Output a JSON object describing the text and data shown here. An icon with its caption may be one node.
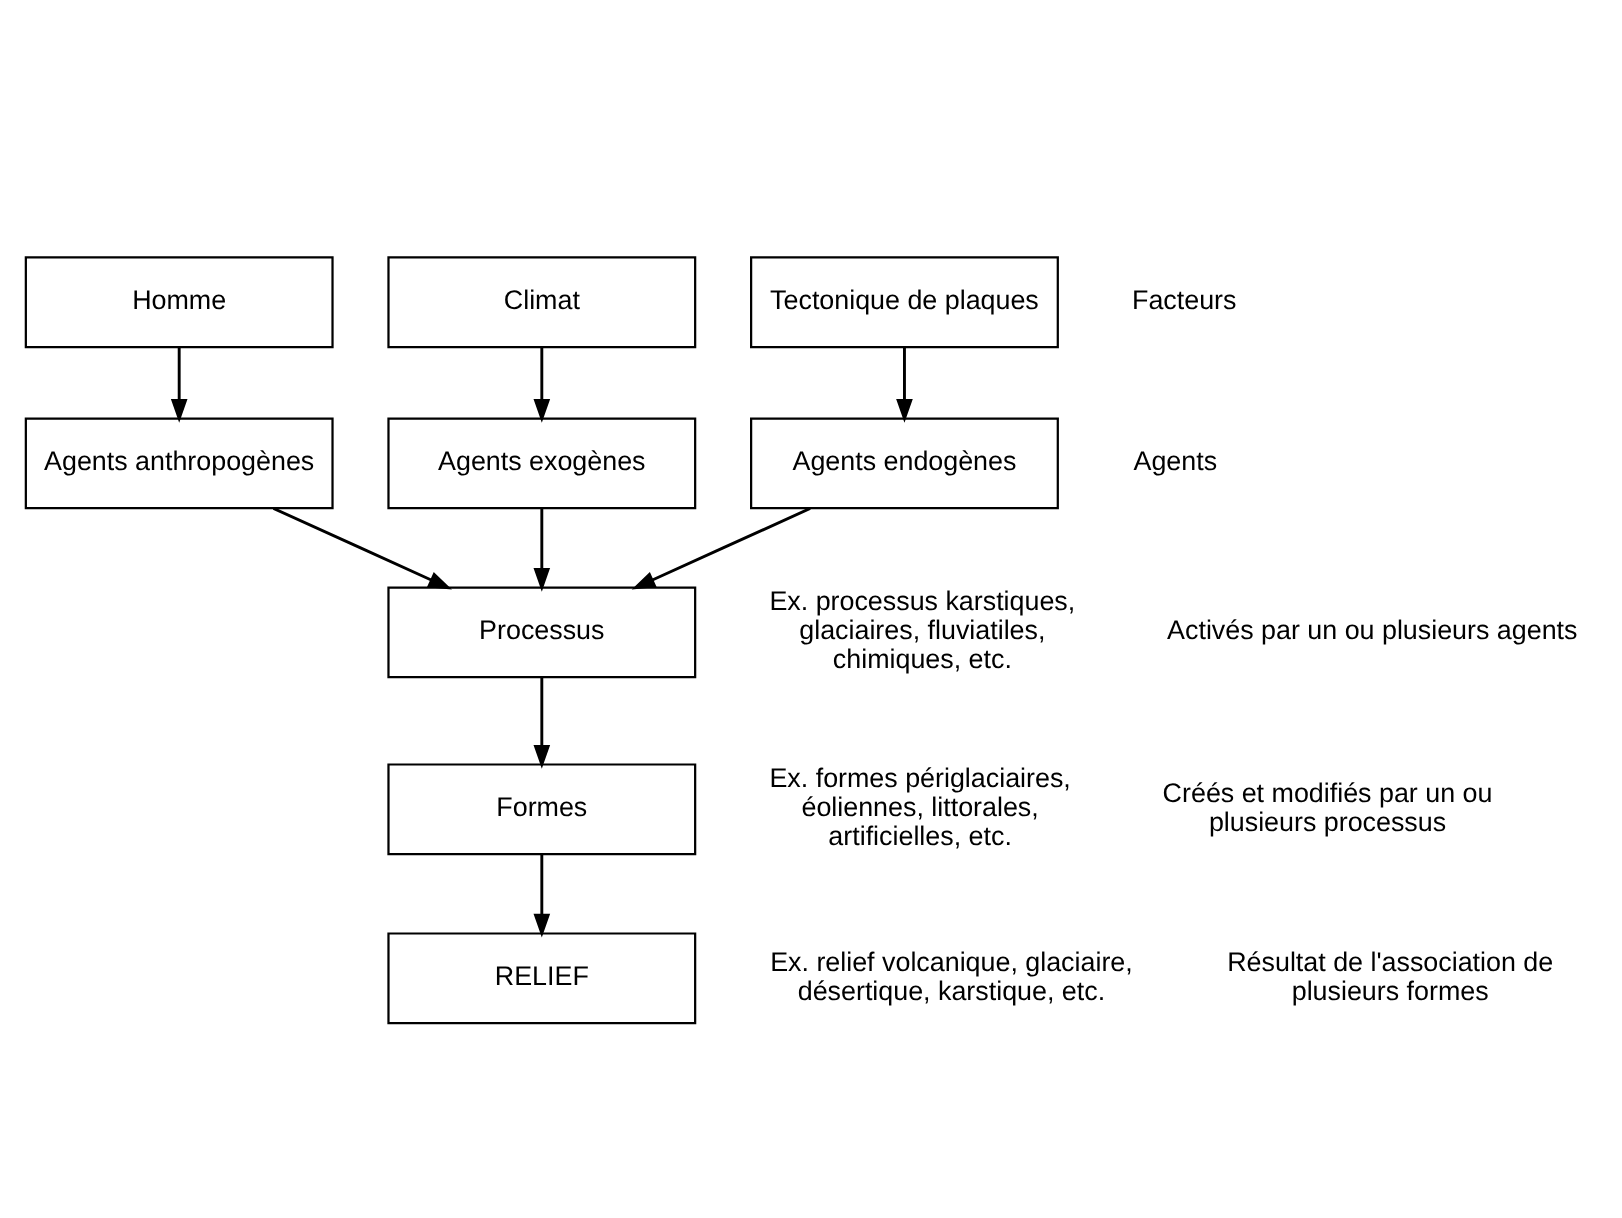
{
  "diagram": {
    "nodes": [
      {
        "text": [
          "Homme"
        ]
      },
      {
        "text": [
          "Climat"
        ]
      },
      {
        "text": [
          "Tectonique de plaques"
        ]
      },
      {
        "text": [
          "Agents anthropogènes"
        ]
      },
      {
        "text": [
          "Agents exogènes"
        ]
      },
      {
        "text": [
          "Agents endogènes"
        ]
      },
      {
        "text": [
          "Processus"
        ]
      },
      {
        "text": [
          "Formes"
        ]
      },
      {
        "text": [
          "RELIEF"
        ]
      }
    ],
    "edges": [
      {
        "from": 0,
        "to": 3,
        "arrow": "to"
      },
      {
        "from": 1,
        "to": 4,
        "arrow": "to"
      },
      {
        "from": 2,
        "to": 5,
        "arrow": "to"
      },
      {
        "from": 3,
        "to": 6,
        "arrow": "to"
      },
      {
        "from": 4,
        "to": 6,
        "arrow": "to"
      },
      {
        "from": 5,
        "to": 6,
        "arrow": "to"
      },
      {
        "from": 6,
        "to": 7,
        "arrow": "to"
      },
      {
        "from": 7,
        "to": 8,
        "arrow": "to"
      }
    ],
    "labels": [
      "Facteurs",
      "Agents",
      "Activés par un ou plusieurs agents",
      "Ex. processus karstiques, glaciaires, fluviatiles, chimiques, etc.",
      "Créés et modifiés par un ou plusieurs processus",
      "Ex. formes périglaciaires, éoliennes, littorales, artificielles, etc.",
      "Résultat de l'association de plusieurs formes",
      "Ex. relief volcanique, glaciaire, désertique, karstique, etc."
    ]
  }
}
